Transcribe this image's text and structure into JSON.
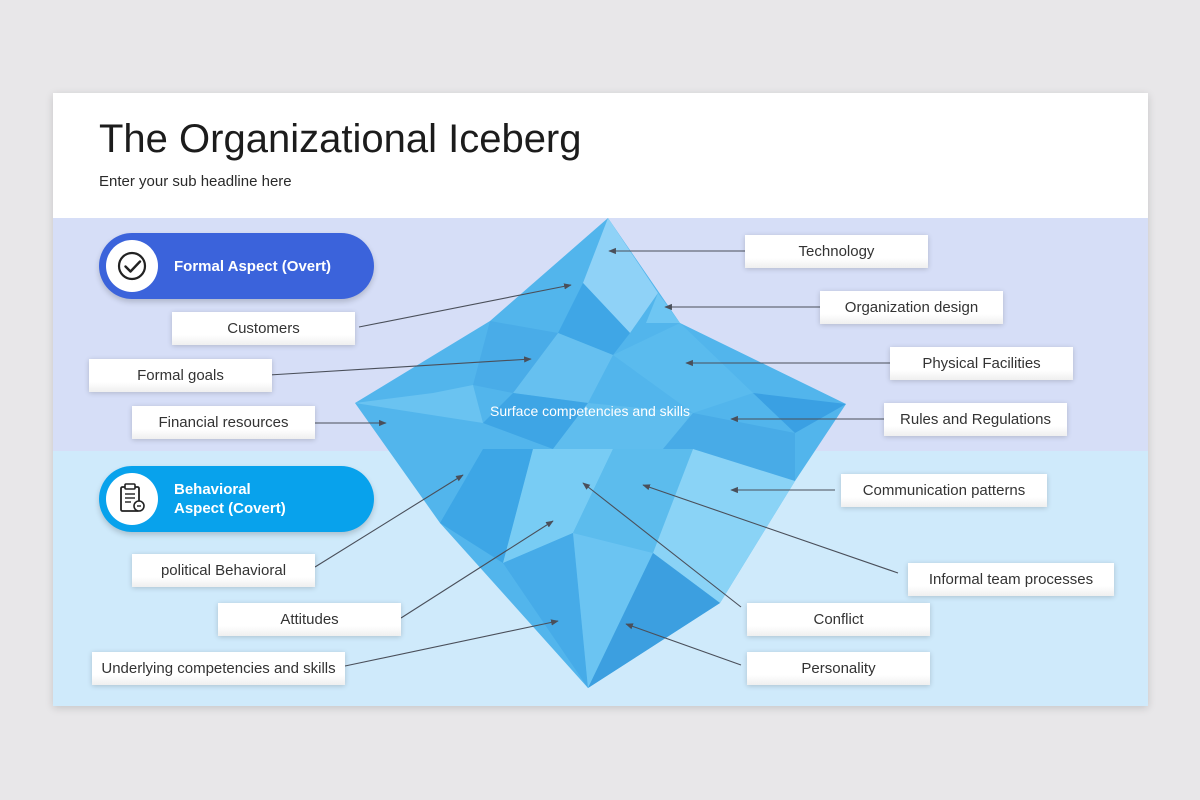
{
  "title": "The Organizational Iceberg",
  "subtitle": "Enter your sub headline here",
  "colors": {
    "formal_band": "#d6def7",
    "covert_band": "#cfeafb",
    "formal_pill": "#3b63db",
    "covert_pill": "#08a2ec",
    "iceberg": "#4db8ee"
  },
  "formal_aspect": {
    "label": "Formal Aspect (Overt)",
    "icon": "check-circle-icon"
  },
  "behavioral_aspect": {
    "label_line1": "Behavioral",
    "label_line2": "Aspect (Covert)",
    "icon": "document-icon"
  },
  "surface_label": "Surface competencies  and skills",
  "overt_left": [
    "Customers",
    "Formal goals",
    "Financial resources"
  ],
  "overt_right": [
    "Technology",
    "Organization design",
    "Physical Facilities",
    "Rules and Regulations"
  ],
  "covert_left": [
    "political Behavioral",
    "Attitudes",
    "Underlying competencies  and skills"
  ],
  "covert_right": [
    "Communication patterns",
    "Informal team processes",
    "Conflict",
    "Personality"
  ]
}
